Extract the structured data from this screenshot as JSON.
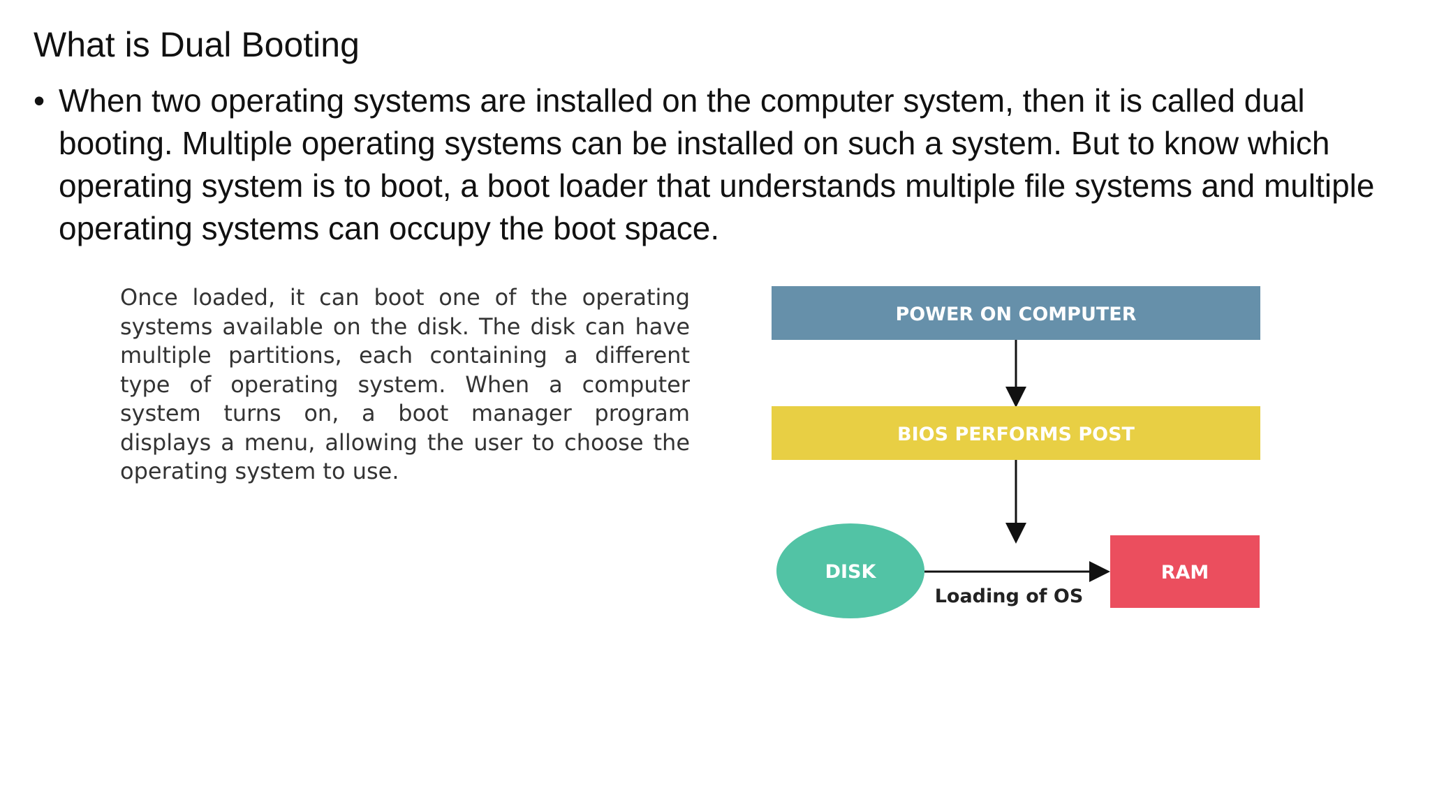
{
  "slide": {
    "title": "What is Dual Booting",
    "bullet_symbol": "•",
    "bullet_text": "When two operating systems are installed on the computer system, then it is called dual booting. Multiple operating systems can be installed on such a system. But to know which operating system is to boot, a boot loader that understands multiple file systems and multiple operating systems can occupy the boot space.",
    "paragraph": "Once loaded, it can boot one of the operating systems available on the disk. The disk can have multiple partitions, each containing a different type of operating system. When a computer system turns on, a boot manager program displays a menu, allowing the user to choose the operating system to use."
  },
  "diagram": {
    "nodes": {
      "power_on": {
        "label": "POWER ON COMPUTER",
        "color": "#6690aa"
      },
      "bios": {
        "label": "BIOS PERFORMS POST",
        "color": "#e8cf44"
      },
      "disk": {
        "label": "DISK",
        "color": "#52c3a5"
      },
      "ram": {
        "label": "RAM",
        "color": "#eb4e5e"
      }
    },
    "edges": {
      "disk_to_ram": {
        "label": "Loading of OS"
      }
    },
    "arrow_color": "#111111"
  }
}
